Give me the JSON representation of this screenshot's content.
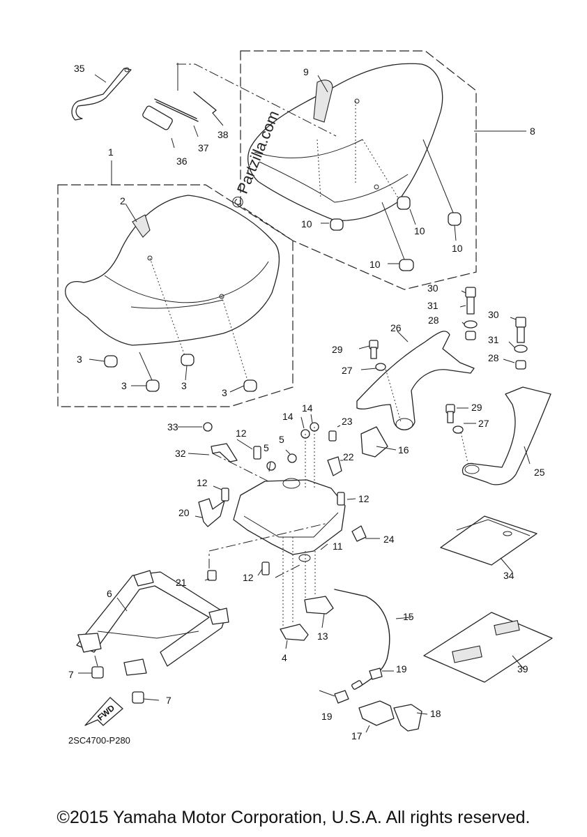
{
  "diagram": {
    "code": "2SC4700-P280",
    "watermark": "© Partzilla.com",
    "fwd_label": "FWD",
    "callouts": [
      "1",
      "2",
      "3",
      "4",
      "5",
      "6",
      "7",
      "8",
      "9",
      "10",
      "11",
      "12",
      "13",
      "14",
      "15",
      "16",
      "17",
      "18",
      "19",
      "20",
      "21",
      "22",
      "23",
      "24",
      "25",
      "26",
      "27",
      "28",
      "29",
      "30",
      "31",
      "32",
      "33",
      "34",
      "35",
      "36",
      "37",
      "38",
      "39"
    ]
  },
  "footer": {
    "copyright": "©2015 Yamaha Motor Corporation, U.S.A. All rights reserved."
  }
}
